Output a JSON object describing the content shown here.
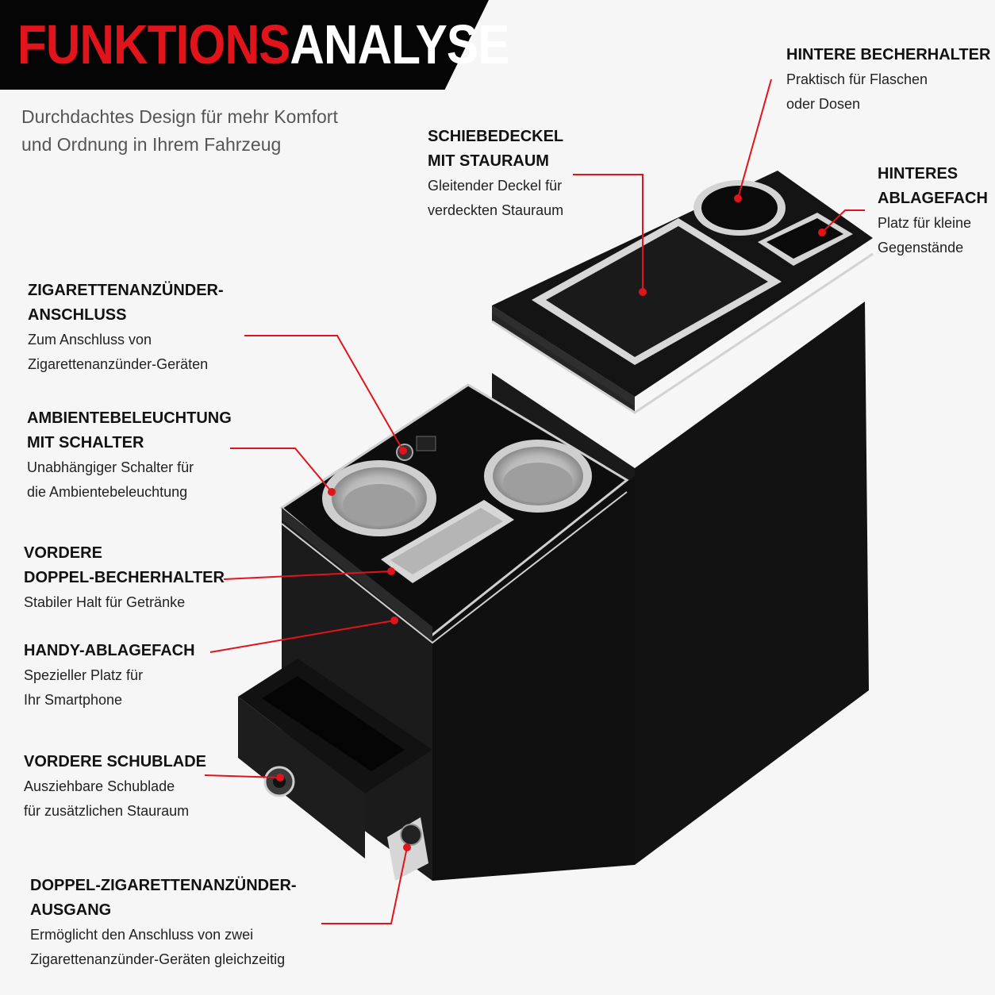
{
  "title": {
    "part1": "FUNKTIONS",
    "part2": "ANALYSE"
  },
  "subtitle": {
    "line1": "Durchdachtes Design für mehr Komfort",
    "line2": "und Ordnung in Ihrem Fahrzeug"
  },
  "colors": {
    "accent": "#e1141c",
    "banner": "#050505",
    "product_body": "#141414",
    "trim": "#d8d8d8",
    "background": "#f6f6f6"
  },
  "callouts": {
    "hintere_becherhalter": {
      "heading": [
        "HINTERE BECHERHALTER"
      ],
      "description": [
        "Praktisch für Flaschen",
        "oder Dosen"
      ]
    },
    "schiebedeckel": {
      "heading": [
        "SCHIEBEDECKEL",
        "MIT STAURAUM"
      ],
      "description": [
        "Gleitender Deckel für",
        "verdeckten Stauraum"
      ]
    },
    "hinteres_ablagefach": {
      "heading": [
        "HINTERES",
        "ABLAGEFACH"
      ],
      "description": [
        "Platz für kleine",
        "Gegenstände"
      ]
    },
    "zigarettenanzuender_anschluss": {
      "heading": [
        "ZIGARETTENANZÜNDER-",
        "ANSCHLUSS"
      ],
      "description": [
        "Zum Anschluss von",
        "Zigarettenanzünder-Geräten"
      ]
    },
    "ambientebeleuchtung": {
      "heading": [
        "AMBIENTEBELEUCHTUNG",
        "MIT SCHALTER"
      ],
      "description": [
        "Unabhängiger Schalter für",
        "die Ambientebeleuchtung"
      ]
    },
    "vordere_doppel_becherhalter": {
      "heading": [
        "VORDERE",
        "DOPPEL-BECHERHALTER"
      ],
      "description": [
        "Stabiler Halt für Getränke"
      ]
    },
    "handy_ablagefach": {
      "heading": [
        "HANDY-ABLAGEFACH"
      ],
      "description": [
        "Spezieller Platz für",
        "Ihr Smartphone"
      ]
    },
    "vordere_schublade": {
      "heading": [
        "VORDERE SCHUBLADE"
      ],
      "description": [
        "Ausziehbare Schublade",
        "für zusätzlichen Stauraum"
      ]
    },
    "doppel_zigarettenanzuender_ausgang": {
      "heading": [
        "DOPPEL-ZIGARETTENANZÜNDER-",
        "AUSGANG"
      ],
      "description": [
        "Ermöglicht den Anschluss von zwei",
        "Zigarettenanzünder-Geräten gleichzeitig"
      ]
    }
  }
}
